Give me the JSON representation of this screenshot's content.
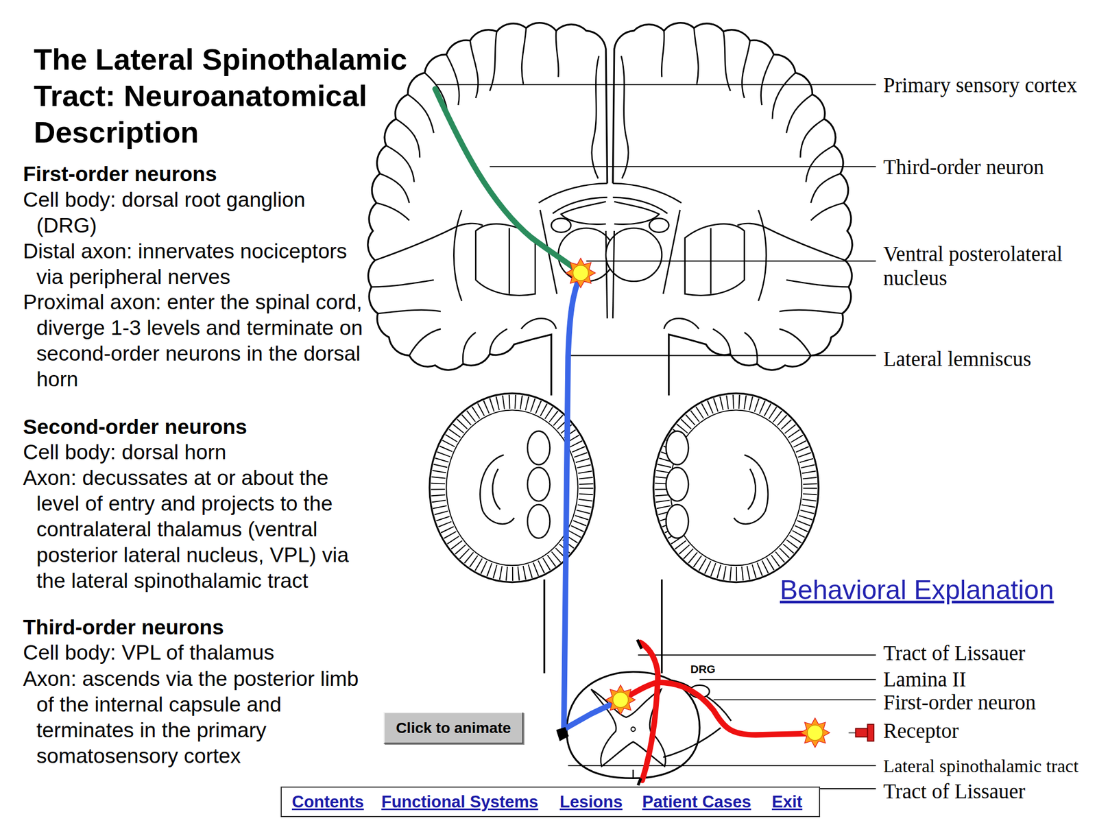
{
  "diagram": {
    "title": "The Lateral Spinothalamic Tract: Neuroanatomical Description",
    "nodes": [
      {
        "text": [
          "Click to animate"
        ]
      },
      {
        "text": [
          "Contents",
          "Functional Systems",
          "Lesions",
          "Patient Cases",
          "Exit"
        ]
      }
    ],
    "labels": [
      "First-order neurons",
      "Cell body: dorsal root ganglion (DRG)",
      "Distal axon: innervates nociceptors via peripheral nerves",
      "Proximal axon: enter the spinal cord, diverge 1-3 levels and terminate on second-order neurons in the dorsal horn",
      "Second-order neurons",
      "Cell body: dorsal horn",
      "Axon: decussates at or about the level of entry and projects to the contralateral thalamus (ventral posterior lateral nucleus, VPL) via the lateral spinothalamic tract",
      "Third-order neurons",
      "Cell body: VPL of thalamus",
      "Axon: ascends via the posterior limb of the internal capsule and terminates in the primary somatosensory cortex",
      "Primary sensory cortex",
      "Third-order neuron",
      "Ventral posterolateral nucleus",
      "Lateral lemniscus",
      "Behavioral Explanation",
      "Tract of Lissauer",
      "DRG",
      "Lamina II",
      "First-order neuron",
      "Receptor",
      "Lateral spinothalamic tract",
      "Tract of Lissauer"
    ]
  }
}
